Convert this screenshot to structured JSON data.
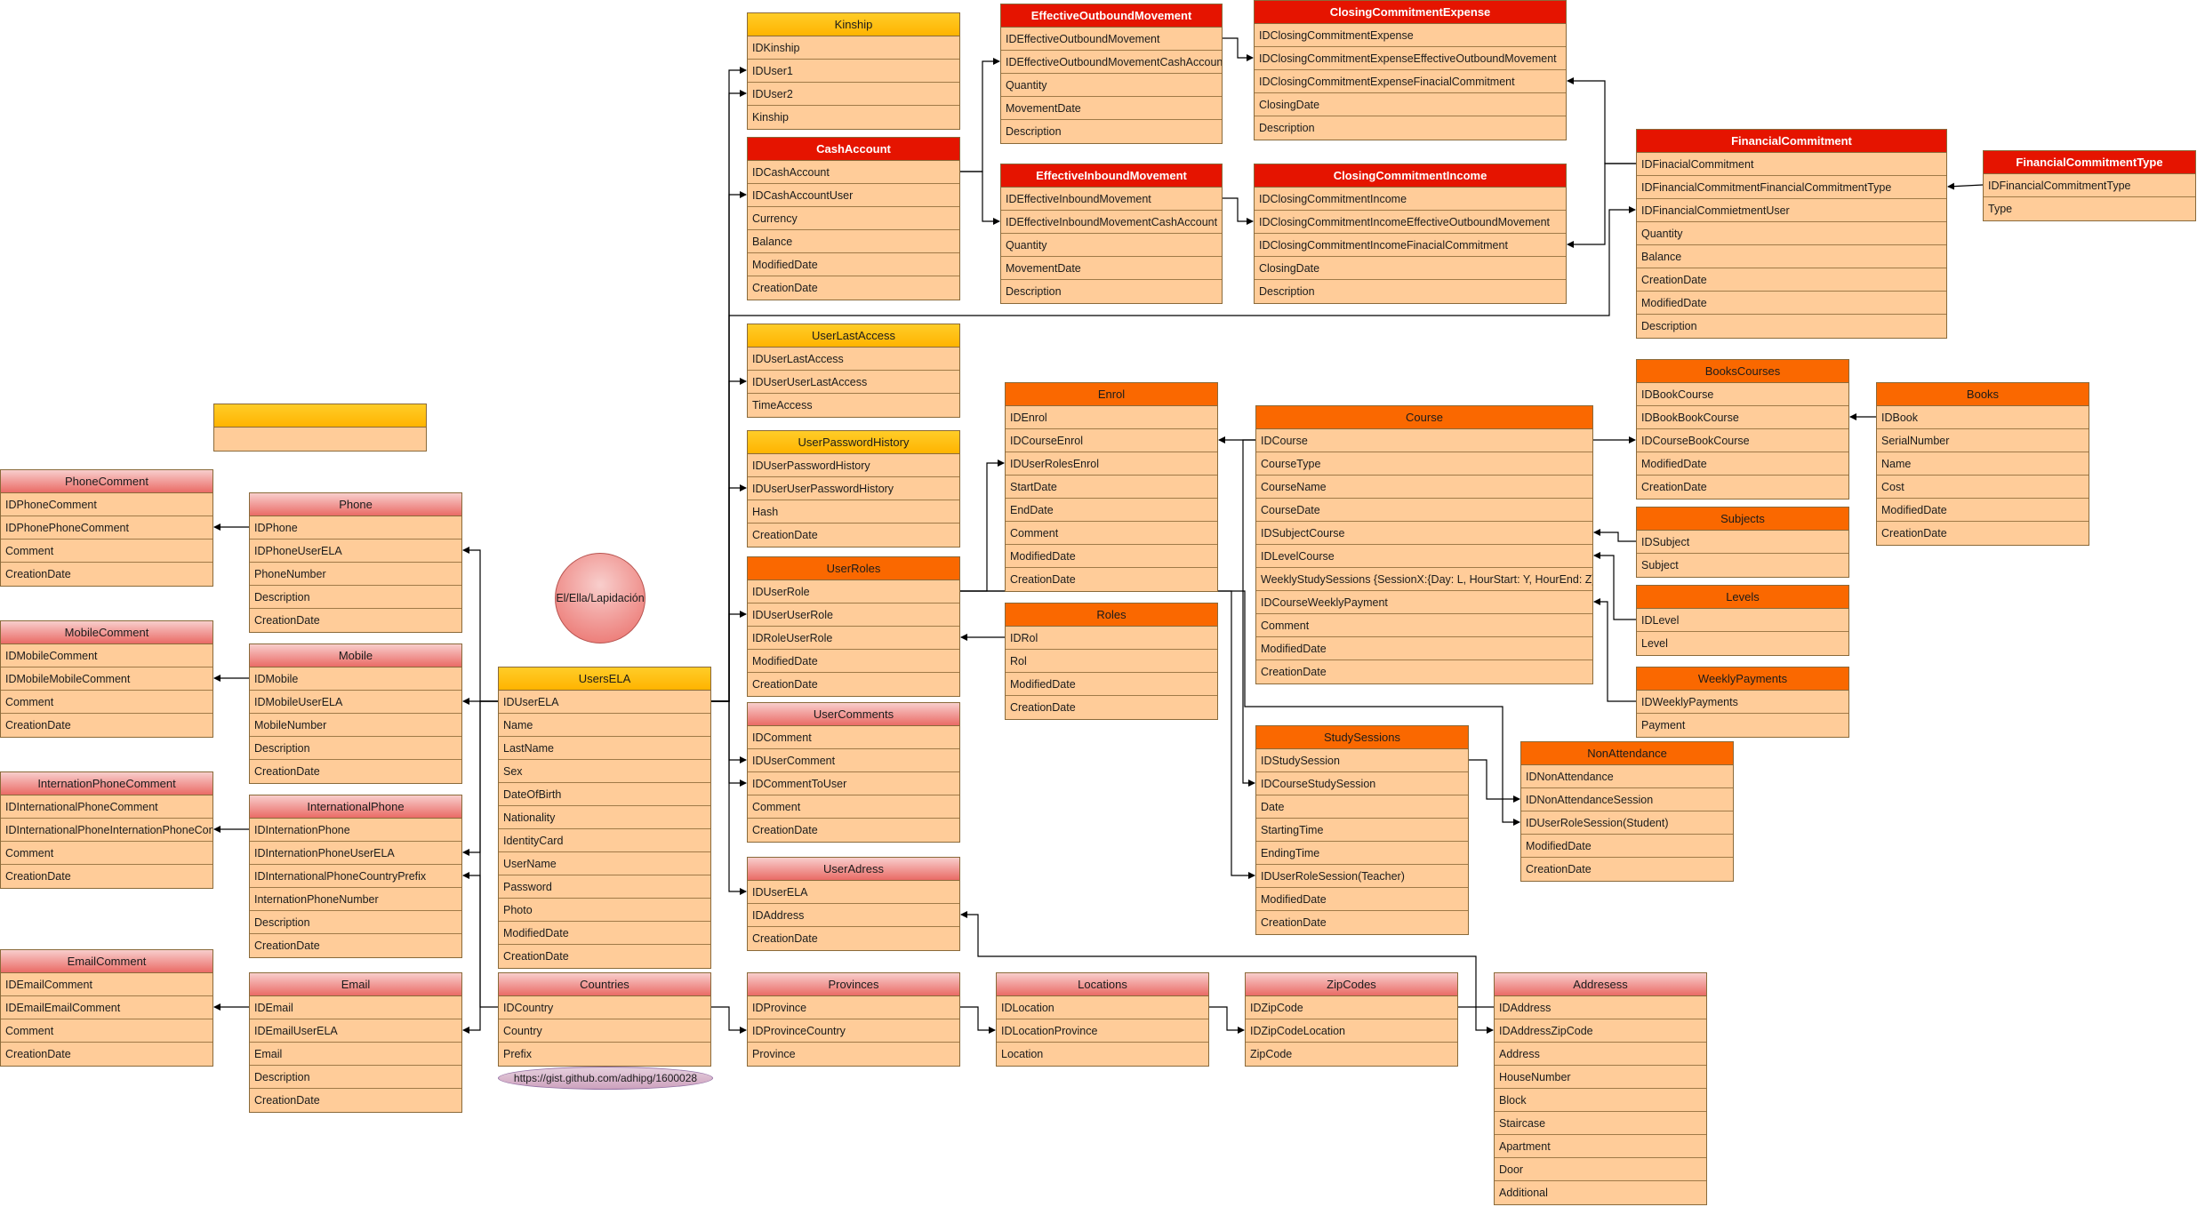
{
  "diagram": {
    "title_node": "El/Ella/Lapidación",
    "link_node": "https://gist.github.com/adhipg/1600028",
    "blank_table": {
      "header": "",
      "rows": [
        ""
      ]
    },
    "tables": [
      {
        "id": "Kinship",
        "style": "yellow",
        "title": "Kinship",
        "rows": [
          "IDKinship",
          "IDUser1",
          "IDUser2",
          "Kinship"
        ]
      },
      {
        "id": "CashAccount",
        "style": "red",
        "title": "CashAccount",
        "rows": [
          "IDCashAccount",
          "IDCashAccountUser",
          "Currency",
          "Balance",
          "ModifiedDate",
          "CreationDate"
        ]
      },
      {
        "id": "EffectiveOutboundMovement",
        "style": "red",
        "title": "EffectiveOutboundMovement",
        "rows": [
          "IDEffectiveOutboundMovement",
          "IDEffectiveOutboundMovementCashAccount",
          "Quantity",
          "MovementDate",
          "Description"
        ]
      },
      {
        "id": "EffectiveInboundMovement",
        "style": "red",
        "title": "EffectiveInboundMovement",
        "rows": [
          "IDEffectiveInboundMovement",
          "IDEffectiveInboundMovementCashAccount",
          "Quantity",
          "MovementDate",
          "Description"
        ]
      },
      {
        "id": "ClosingCommitmentExpense",
        "style": "red",
        "title": "ClosingCommitmentExpense",
        "rows": [
          "IDClosingCommitmentExpense",
          "IDClosingCommitmentExpenseEffectiveOutboundMovement",
          "IDClosingCommitmentExpenseFinacialCommitment",
          "ClosingDate",
          "Description"
        ]
      },
      {
        "id": "ClosingCommitmentIncome",
        "style": "red",
        "title": "ClosingCommitmentIncome",
        "rows": [
          "IDClosingCommitmentIncome",
          "IDClosingCommitmentIncomeEffectiveOutboundMovement",
          "IDClosingCommitmentIncomeFinacialCommitment",
          "ClosingDate",
          "Description"
        ]
      },
      {
        "id": "FinancialCommitment",
        "style": "red",
        "title": "FinancialCommitment",
        "rows": [
          "IDFinacialCommitment",
          "IDFinancialCommitmentFinancialCommitmentType",
          "IDFinancialCommietmentUser",
          "Quantity",
          "Balance",
          "CreationDate",
          "ModifiedDate",
          "Description"
        ]
      },
      {
        "id": "FinancialCommitmentType",
        "style": "red",
        "title": "FinancialCommitmentType",
        "rows": [
          "IDFinancialCommitmentType",
          "Type"
        ]
      },
      {
        "id": "UserLastAccess",
        "style": "yellow",
        "title": "UserLastAccess",
        "rows": [
          "IDUserLastAccess",
          "IDUserUserLastAccess",
          "TimeAccess"
        ]
      },
      {
        "id": "UserPasswordHistory",
        "style": "yellow",
        "title": "UserPasswordHistory",
        "rows": [
          "IDUserPasswordHistory",
          "IDUserUserPasswordHistory",
          "Hash",
          "CreationDate"
        ]
      },
      {
        "id": "UserRoles",
        "style": "orange",
        "title": "UserRoles",
        "rows": [
          "IDUserRole",
          "IDUserUserRole",
          "IDRoleUserRole",
          "ModifiedDate",
          "CreationDate"
        ]
      },
      {
        "id": "Roles",
        "style": "orange",
        "title": "Roles",
        "rows": [
          "IDRol",
          "Rol",
          "ModifiedDate",
          "CreationDate"
        ]
      },
      {
        "id": "Enrol",
        "style": "orange",
        "title": "Enrol",
        "rows": [
          "IDEnrol",
          "IDCourseEnrol",
          "IDUserRolesEnrol",
          "StartDate",
          "EndDate",
          "Comment",
          "ModifiedDate",
          "CreationDate"
        ]
      },
      {
        "id": "Course",
        "style": "orange",
        "title": "Course",
        "rows": [
          "IDCourse",
          "CourseType",
          "CourseName",
          "CourseDate",
          "IDSubjectCourse",
          "IDLevelCourse",
          "WeeklyStudySessions {SessionX:{Day: L, HourStart: Y, HourEnd: Z}}",
          "IDCourseWeeklyPayment",
          "Comment",
          "ModifiedDate",
          "CreationDate"
        ]
      },
      {
        "id": "BooksCourses",
        "style": "orange",
        "title": "BooksCourses",
        "rows": [
          "IDBookCourse",
          "IDBookBookCourse",
          "IDCourseBookCourse",
          "ModifiedDate",
          "CreationDate"
        ]
      },
      {
        "id": "Books",
        "style": "orange",
        "title": "Books",
        "rows": [
          "IDBook",
          "SerialNumber",
          "Name",
          "Cost",
          "ModifiedDate",
          "CreationDate"
        ]
      },
      {
        "id": "Subjects",
        "style": "orange",
        "title": "Subjects",
        "rows": [
          "IDSubject",
          "Subject"
        ]
      },
      {
        "id": "Levels",
        "style": "orange",
        "title": "Levels",
        "rows": [
          "IDLevel",
          "Level"
        ]
      },
      {
        "id": "WeeklyPayments",
        "style": "orange",
        "title": "WeeklyPayments",
        "rows": [
          "IDWeeklyPayments",
          "Payment"
        ]
      },
      {
        "id": "StudySessions",
        "style": "orange",
        "title": "StudySessions",
        "rows": [
          "IDStudySession",
          "IDCourseStudySession",
          "Date",
          "StartingTime",
          "EndingTime",
          "IDUserRoleSession(Teacher)",
          "ModifiedDate",
          "CreationDate"
        ]
      },
      {
        "id": "NonAttendance",
        "style": "orange",
        "title": "NonAttendance",
        "rows": [
          "IDNonAttendance",
          "IDNonAttendanceSession",
          "IDUserRoleSession(Student)",
          "ModifiedDate",
          "CreationDate"
        ]
      },
      {
        "id": "UsersELA",
        "style": "yellow",
        "title": "UsersELA",
        "rows": [
          "IDUserELA",
          "Name",
          "LastName",
          "Sex",
          "DateOfBirth",
          "Nationality",
          "IdentityCard",
          "UserName",
          "Password",
          "Photo",
          "ModifiedDate",
          "CreationDate"
        ]
      },
      {
        "id": "UserComments",
        "style": "pink",
        "title": "UserComments",
        "rows": [
          "IDComment",
          "IDUserComment",
          "IDCommentToUser",
          "Comment",
          "CreationDate"
        ]
      },
      {
        "id": "UserAdress",
        "style": "pink",
        "title": "UserAdress",
        "rows": [
          "IDUserELA",
          "IDAddress",
          "CreationDate"
        ]
      },
      {
        "id": "PhoneComment",
        "style": "pink",
        "title": "PhoneComment",
        "rows": [
          "IDPhoneComment",
          "IDPhonePhoneComment",
          "Comment",
          "CreationDate"
        ]
      },
      {
        "id": "Phone",
        "style": "pink",
        "title": "Phone",
        "rows": [
          "IDPhone",
          "IDPhoneUserELA",
          "PhoneNumber",
          "Description",
          "CreationDate"
        ]
      },
      {
        "id": "MobileComment",
        "style": "pink",
        "title": "MobileComment",
        "rows": [
          "IDMobileComment",
          "IDMobileMobileComment",
          "Comment",
          "CreationDate"
        ]
      },
      {
        "id": "Mobile",
        "style": "pink",
        "title": "Mobile",
        "rows": [
          "IDMobile",
          "IDMobileUserELA",
          "MobileNumber",
          "Description",
          "CreationDate"
        ]
      },
      {
        "id": "InternationPhoneComment",
        "style": "pink",
        "title": "InternationPhoneComment",
        "rows": [
          "IDInternationalPhoneComment",
          "IDInternationalPhoneInternationPhoneComm",
          "Comment",
          "CreationDate"
        ]
      },
      {
        "id": "InternationalPhone",
        "style": "pink",
        "title": "InternationalPhone",
        "rows": [
          "IDInternationPhone",
          "IDInternationPhoneUserELA",
          "IDInternationalPhoneCountryPrefix",
          "InternationPhoneNumber",
          "Description",
          "CreationDate"
        ]
      },
      {
        "id": "EmailComment",
        "style": "pink",
        "title": "EmailComment",
        "rows": [
          "IDEmailComment",
          "IDEmailEmailComment",
          "Comment",
          "CreationDate"
        ]
      },
      {
        "id": "Email",
        "style": "pink",
        "title": "Email",
        "rows": [
          "IDEmail",
          "IDEmailUserELA",
          "Email",
          "Description",
          "CreationDate"
        ]
      },
      {
        "id": "Countries",
        "style": "pink",
        "title": "Countries",
        "rows": [
          "IDCountry",
          "Country",
          "Prefix"
        ]
      },
      {
        "id": "Provinces",
        "style": "pink",
        "title": "Provinces",
        "rows": [
          "IDProvince",
          "IDProvinceCountry",
          "Province"
        ]
      },
      {
        "id": "Locations",
        "style": "pink",
        "title": "Locations",
        "rows": [
          "IDLocation",
          "IDLocationProvince",
          "Location"
        ]
      },
      {
        "id": "ZipCodes",
        "style": "pink",
        "title": "ZipCodes",
        "rows": [
          "IDZipCode",
          "IDZipCodeLocation",
          "ZipCode"
        ]
      },
      {
        "id": "Addresess",
        "style": "pink",
        "title": "Addresess",
        "rows": [
          "IDAddress",
          "IDAddressZipCode",
          "Address",
          "HouseNumber",
          "Block",
          "Staircase",
          "Apartment",
          "Door",
          "Additional"
        ]
      }
    ]
  }
}
